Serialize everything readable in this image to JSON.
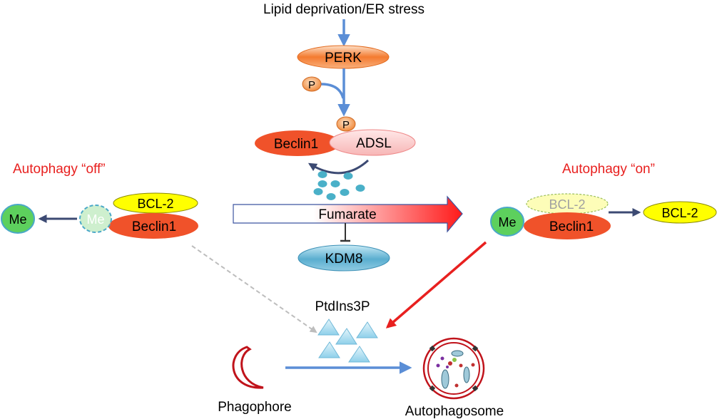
{
  "top_label": "Lipid deprivation/ER stress",
  "perk": "PERK",
  "phospho_free": "P",
  "phospho_bound": "P",
  "beclin1_center": "Beclin1",
  "adsl": "ADSL",
  "fumarate": "Fumarate",
  "kdm8": "KDM8",
  "left_state": {
    "title": "Autophagy “off”",
    "bcl2": "BCL-2",
    "beclin1": "Beclin1",
    "me_faded": "Me",
    "me_released": "Me"
  },
  "right_state": {
    "title": "Autophagy “on”",
    "bcl2_faded": "BCL-2",
    "beclin1": "Beclin1",
    "me": "Me",
    "bcl2_released": "BCL-2"
  },
  "ptdins3p": "PtdIns3P",
  "phagophore": "Phagophore",
  "autophagosome": "Autophagosome",
  "colors": {
    "arrow_blue": "#5b8ed6",
    "beclin_red": "#f0522a",
    "perk_orange": "#f47b30",
    "red_text": "#e8201f",
    "bcl2_yellow": "#ffff00",
    "me_green": "#5dd05d",
    "kdm8_teal": "#5aaed0",
    "triangle_blue": "#a9dcef",
    "dots_teal": "#4ab0c8"
  }
}
